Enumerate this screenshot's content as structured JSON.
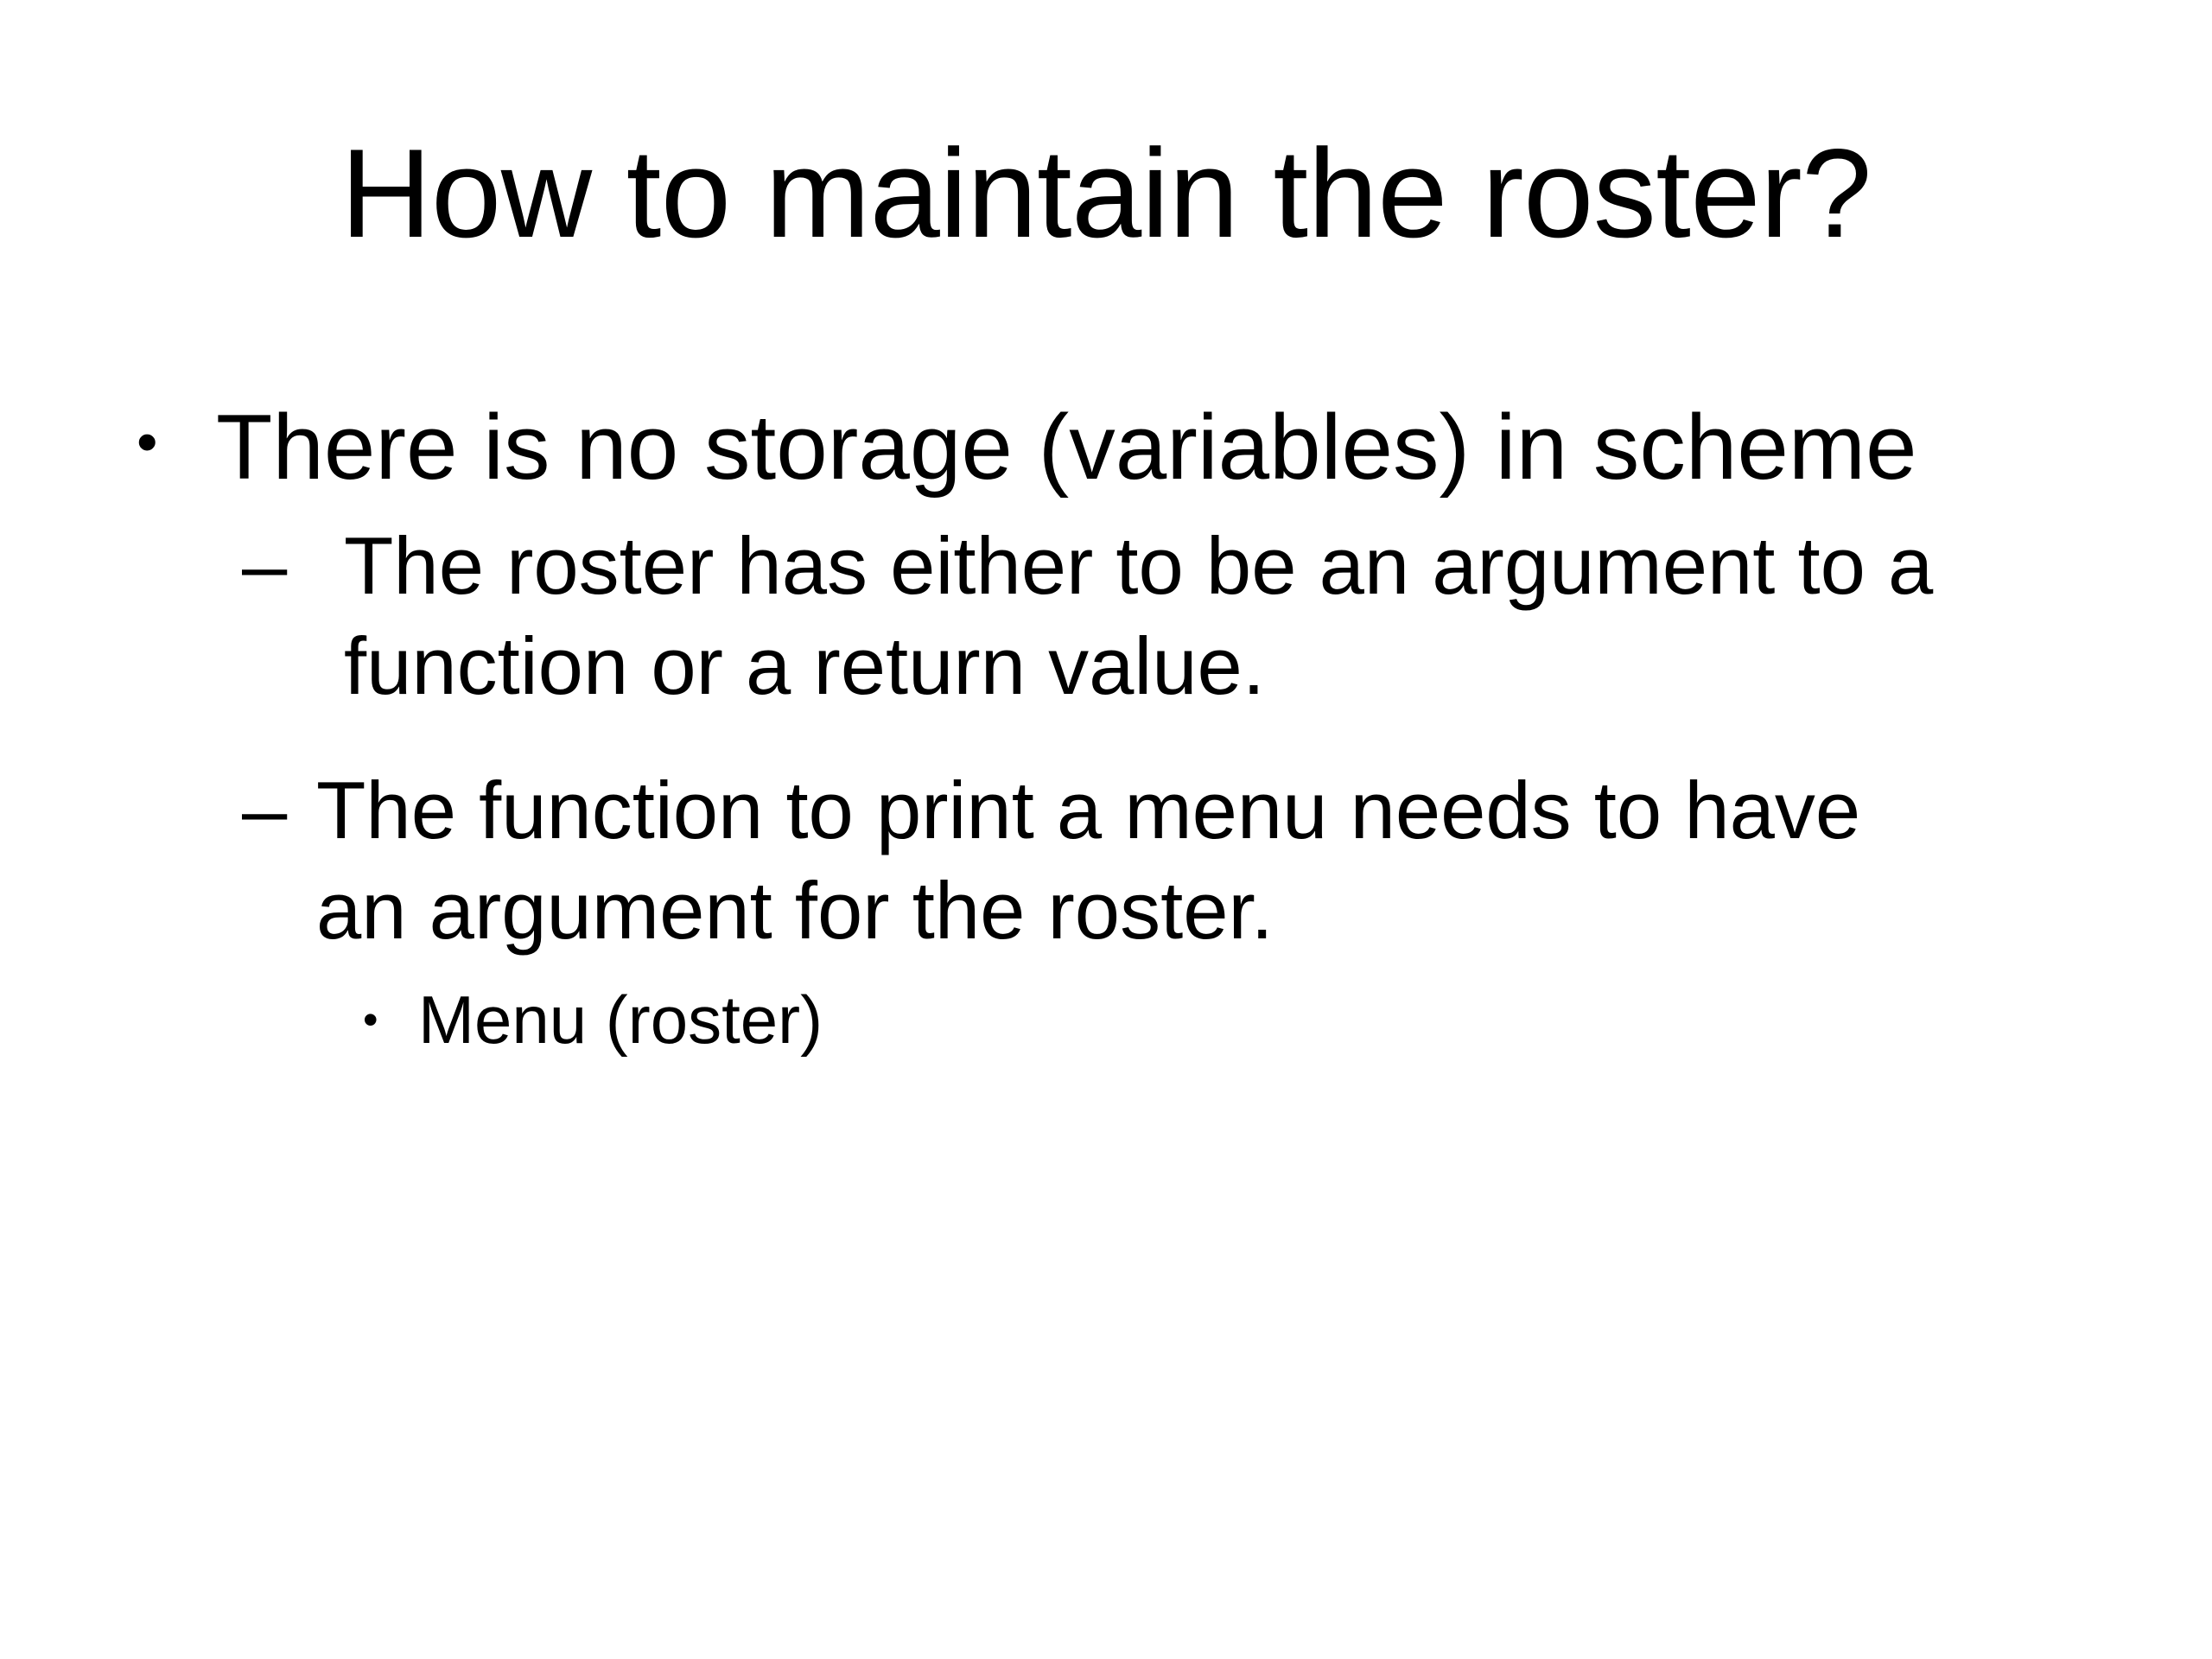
{
  "slide": {
    "background_color": "#ffffff",
    "text_color": "#000000",
    "title": "How to maintain the roster?",
    "bullets": [
      {
        "level": 1,
        "marker": "•",
        "marker_name": "bullet-dot",
        "text": "There is no storage (variables) in scheme"
      },
      {
        "level": 2,
        "marker": "–",
        "marker_name": "bullet-dash",
        "text": "The roster has either to be an argument to a function or a return value."
      },
      {
        "level": 2,
        "marker": "–",
        "marker_name": "bullet-dash",
        "text": "The function to print a menu needs to have an argument for the roster."
      },
      {
        "level": 3,
        "marker": "•",
        "marker_name": "bullet-dot-small",
        "text": "Menu (roster)"
      }
    ]
  }
}
